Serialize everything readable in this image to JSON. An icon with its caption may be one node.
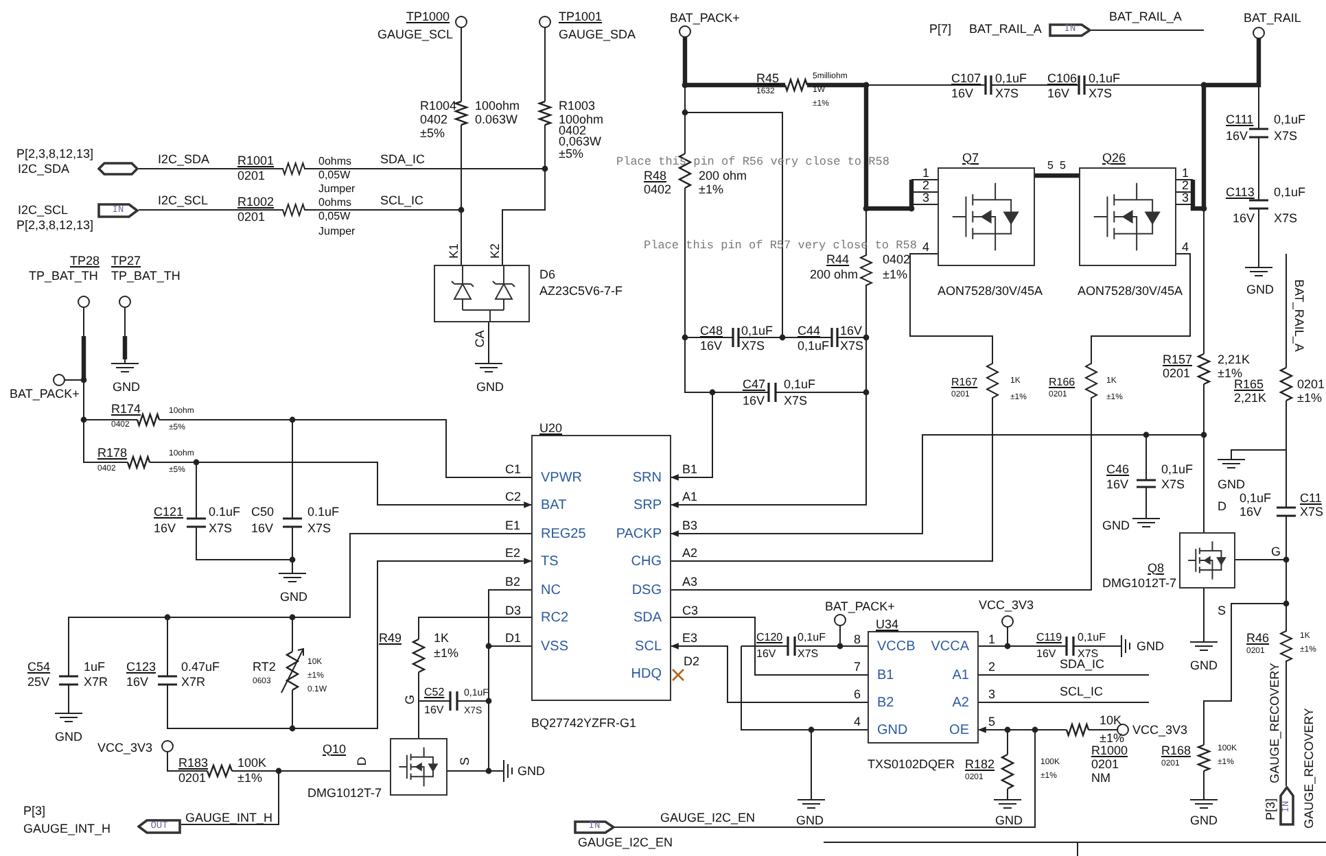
{
  "diagram": {
    "nodes": [
      {
        "text": [],
        "shape": "hexagon",
        "beside": [
          "P[2,3,8,12,13]",
          "I2C_SDA"
        ]
      },
      {
        "text": [
          "IN"
        ],
        "beside": [
          "I2C_SCL",
          "P[2,3,8,12,13]"
        ]
      },
      {
        "text": [],
        "shape": "box",
        "beside": [
          "D6",
          "AZ23C5V6-7-F"
        ]
      },
      {
        "text": [
          "IN"
        ],
        "beside": [
          "P[7]",
          "BAT_RAIL_A"
        ]
      },
      {
        "text": [],
        "shape": "box",
        "beside": [
          "Q7",
          "AON7528/30V/45A"
        ]
      },
      {
        "text": [],
        "shape": "box",
        "beside": [
          "Q26",
          "AON7528/30V/45A"
        ]
      },
      {
        "text": [
          "VPWR",
          "BAT",
          "REG25",
          "TS",
          "NC",
          "RC2",
          "VSS",
          "SRN",
          "SRP",
          "PACKP",
          "CHG",
          "DSG",
          "SDA",
          "SCL",
          "HDQ"
        ],
        "beside": [
          "U20",
          "BQ27742YZFR-G1"
        ]
      },
      {
        "text": [],
        "shape": "box",
        "beside": [
          "Q8",
          "DMG1012T-7"
        ]
      },
      {
        "text": [
          "VCCB",
          "B1",
          "B2",
          "GND",
          "VCCA",
          "A1",
          "A2",
          "OE"
        ],
        "beside": [
          "U34",
          "TXS0102DQER"
        ]
      },
      {
        "text": [],
        "shape": "box",
        "beside": [
          "Q10",
          "DMG1012T-7"
        ]
      },
      {
        "text": [
          "OUT"
        ],
        "beside": [
          "P[3]",
          "GAUGE_INT_H"
        ]
      },
      {
        "text": [
          "IN"
        ],
        "beside": [
          "GAUGE_I2C_EN"
        ]
      },
      {
        "text": [
          "IN"
        ],
        "beside": [
          "P[3]"
        ]
      },
      {
        "text": [],
        "shape": "resistor"
      },
      {
        "text": [],
        "shape": "resistor"
      }
    ],
    "edges": [
      {
        "from": 6,
        "to": 8,
        "arrow": "none"
      },
      {
        "from": 8,
        "to": 6,
        "arrow": "to"
      },
      {
        "from": 4,
        "to": 5,
        "arrow": "none",
        "style": "thick"
      },
      {
        "from": 9,
        "to": 6,
        "arrow": "none"
      },
      {
        "from": 9,
        "to": 10,
        "arrow": "none"
      },
      {
        "from": 11,
        "to": 8,
        "arrow": "to"
      },
      {
        "from": 7,
        "to": 6,
        "arrow": "to"
      },
      {
        "from": 4,
        "to": 6,
        "arrow": "to"
      },
      {
        "from": 4,
        "to": 6,
        "arrow": "none"
      },
      {
        "from": 5,
        "to": 6,
        "arrow": "none"
      },
      {
        "from": 0,
        "to": 2,
        "arrow": "none"
      },
      {
        "from": 1,
        "to": 2,
        "arrow": "none"
      },
      {
        "from": 7,
        "to": 12,
        "arrow": "none"
      },
      {
        "from": 14,
        "to": 6,
        "arrow": "to"
      },
      {
        "from": null,
        "to": 6,
        "arrow": "to"
      },
      {
        "from": null,
        "to": 6,
        "arrow": "to"
      },
      {
        "from": 13,
        "to": 6,
        "arrow": "none"
      },
      {
        "from": 13,
        "to": 14,
        "arrow": "none"
      }
    ],
    "labels": [
      "TP1000",
      "TP1001",
      "BAT_PACK+",
      "BAT_RAIL_A",
      "BAT_RAIL",
      "GAUGE_SCL",
      "GAUGE_SDA",
      "R45",
      "5milliohm",
      "C107",
      "0,1uF",
      "C106",
      "0,1uF",
      "1632",
      "1W",
      "16V",
      "X7S",
      "16V",
      "X7S",
      "R1004",
      "100ohm",
      "R1003",
      "±1%",
      "0402",
      "0.063W",
      "100ohm",
      "C111",
      "0,1uF",
      "±5%",
      "0402",
      "0,063W",
      "16V",
      "X7S",
      "I2C_SDA",
      "R1001",
      "0ohms",
      "SDA_IC",
      "±5%",
      "Place this pin of R56 very close to R58",
      "5",
      "5",
      "0201",
      "0,05W",
      "R48",
      "200 ohm",
      "1",
      "1",
      "Jumper",
      "0402",
      "±1%",
      "2",
      "2",
      "C113",
      "0,1uF",
      "I2C_SCL",
      "R1002",
      "0ohms",
      "SCL_IC",
      "3",
      "3",
      "0201",
      "0,05W",
      "16V",
      "X7S",
      "Jumper",
      "K1",
      "K2",
      "Place this pin of R57 very close to R58",
      "4",
      "4",
      "TP28",
      "TP27",
      "R44",
      "0402",
      "TP_BAT_TH",
      "TP_BAT_TH",
      "200 ohm",
      "±1%",
      "GND",
      "CA",
      "C48",
      "0,1uF",
      "C44",
      "16V",
      "BAT_RAIL_A",
      "16V",
      "X7S",
      "0,1uF",
      "X7S",
      "R157",
      "2,21K",
      "0201",
      "±1%",
      "GND",
      "GND",
      "C47",
      "0,1uF",
      "R167",
      "1K",
      "R166",
      "1K",
      "R165",
      "0201",
      "BAT_PACK+",
      "16V",
      "X7S",
      "0201",
      "±1%",
      "0201",
      "±1%",
      "2,21K",
      "±1%",
      "R174",
      "10ohm",
      "0402",
      "±5%",
      "R178",
      "10ohm",
      "0402",
      "±5%",
      "C1",
      "B1",
      "C46",
      "0,1uF",
      "16V",
      "X7S",
      "GND",
      "C2",
      "A1",
      "0,1uF",
      "C11",
      "C121",
      "0.1uF",
      "C50",
      "0.1uF",
      "D",
      "16V",
      "X7S",
      "16V",
      "X7S",
      "16V",
      "X7S",
      "E1",
      "B3",
      "GND",
      "E2",
      "A2",
      "G",
      "B2",
      "A3",
      "GND",
      "D3",
      "C3",
      "BAT_PACK+",
      "VCC_3V3",
      "S",
      "R49",
      "1K",
      "D1",
      "E3",
      "C120",
      "0,1uF",
      "8",
      "1",
      "C119",
      "0,1uF",
      "GND",
      "R46",
      "1K",
      "±1%",
      "16V",
      "X7S",
      "16V",
      "X7S",
      "0201",
      "±1%",
      "C54",
      "1uF",
      "C123",
      "0.47uF",
      "RT2",
      "10K",
      "D2",
      "7",
      "2",
      "SDA_IC",
      "GND",
      "25V",
      "X7R",
      "16V",
      "X7R",
      "0603",
      "±1%",
      "0.1W",
      "G",
      "C52",
      "0,1uF",
      "6",
      "3",
      "SCL_IC",
      "16V",
      "X7S",
      "4",
      "5",
      "10K",
      "GAUGE_RECOVERY",
      "GND",
      "±1%",
      "VCC_3V3",
      "VCC_3V3",
      "R1000",
      "R168",
      "100K",
      "R183",
      "100K",
      "D",
      "S",
      "GND",
      "R182",
      "100K",
      "0201",
      "0201",
      "±1%",
      "GAUGE_RECOVERY",
      "0201",
      "±1%",
      "0201",
      "±1%",
      "NM",
      "GAUGE_INT_H",
      "GAUGE_I2C_EN",
      "GND",
      "GND",
      "GND"
    ]
  }
}
